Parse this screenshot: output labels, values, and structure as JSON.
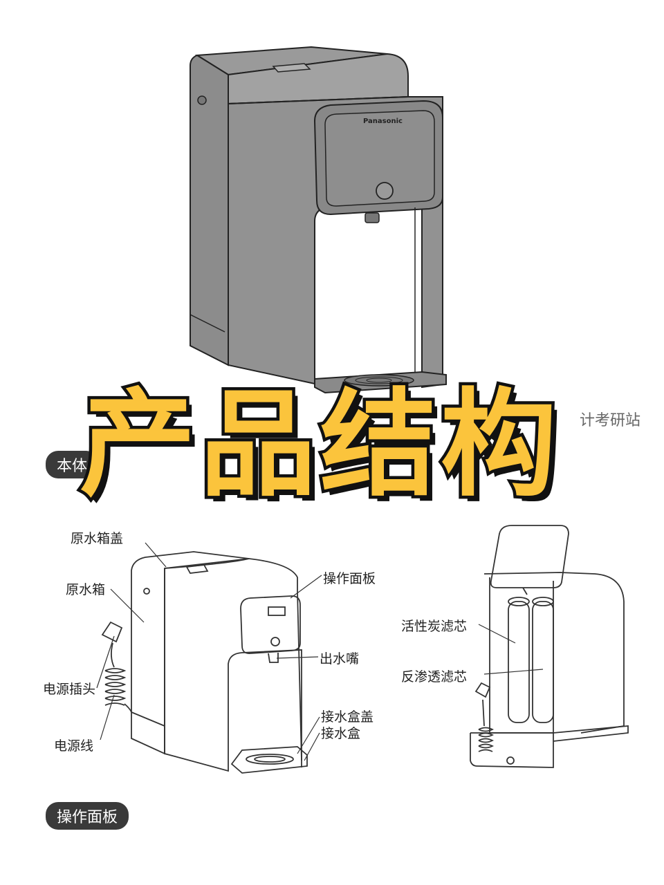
{
  "title": "产品结构",
  "watermark": "计考研站",
  "brand": "Panasonic",
  "sections": {
    "main_unit": "本体",
    "control_panel": "操作面板"
  },
  "labels": {
    "tank_lid": "原水箱盖",
    "tank": "原水箱",
    "plug": "电源插头",
    "cord": "电源线",
    "panel": "操作面板",
    "spout": "出水嘴",
    "tray_lid": "接水盒盖",
    "tray": "接水盒",
    "carbon_filter": "活性炭滤芯",
    "ro_filter": "反渗透滤芯"
  },
  "colors": {
    "title_fill": "#FBC43C",
    "outline": "#111111",
    "device_gray": "#8a8a8a",
    "pill_bg": "#3a3a3a"
  }
}
